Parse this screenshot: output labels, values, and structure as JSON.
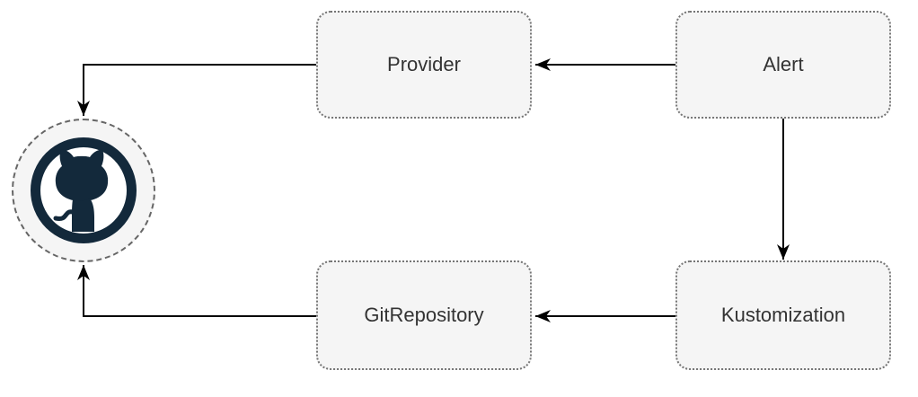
{
  "diagram": {
    "type": "flowchart",
    "nodes": [
      {
        "id": "provider",
        "label": "Provider"
      },
      {
        "id": "alert",
        "label": "Alert"
      },
      {
        "id": "gitrepository",
        "label": "GitRepository"
      },
      {
        "id": "kustomization",
        "label": "Kustomization"
      },
      {
        "id": "github",
        "label": "",
        "icon": "github-icon"
      }
    ],
    "edges": [
      {
        "from": "Alert",
        "to": "Provider"
      },
      {
        "from": "Provider",
        "to": "github"
      },
      {
        "from": "Alert",
        "to": "Kustomization"
      },
      {
        "from": "Kustomization",
        "to": "GitRepository"
      },
      {
        "from": "GitRepository",
        "to": "github"
      }
    ],
    "colors": {
      "background": "#ffffff",
      "node_fill": "#f5f5f5",
      "node_border": "#757575",
      "node_text": "#333333",
      "edge": "#000000",
      "github_mark": "#13293b",
      "github_inner_fill": "#ffffff",
      "github_circle_fill": "#f5f5f5",
      "github_circle_border": "#666666"
    }
  }
}
